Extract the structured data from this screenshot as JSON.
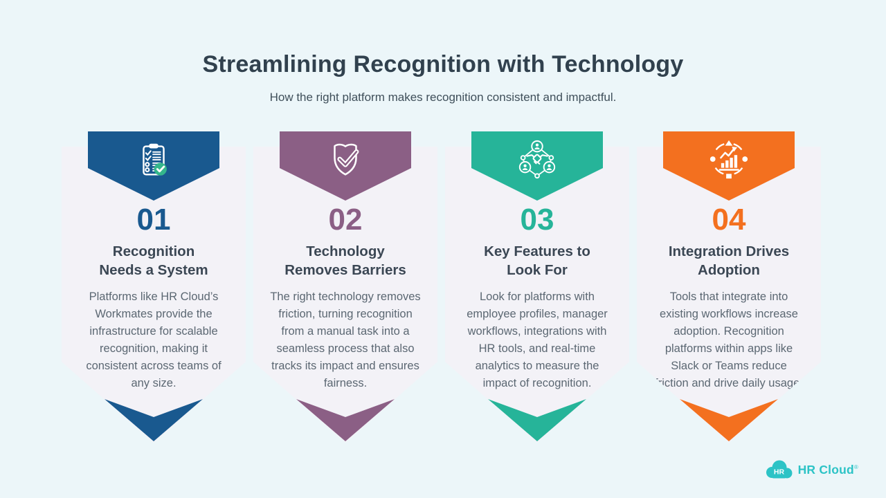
{
  "page": {
    "title": "Streamlining Recognition with Technology",
    "subtitle": "How the right platform makes recognition consistent and impactful.",
    "background_color": "#ecf6f9",
    "card_background_color": "#f3f2f7",
    "title_color": "#31414e",
    "body_text_color": "#5b6772"
  },
  "cards": [
    {
      "number": "01",
      "accent": "#19598f",
      "icon": "clipboard-checklist-icon",
      "badge_color": "#35b68b",
      "title": "Recognition\nNeeds a System",
      "body": "Platforms like HR Cloud’s Workmates provide the infrastructure for scalable recognition, making it consistent across teams of any size."
    },
    {
      "number": "02",
      "accent": "#8b5f85",
      "icon": "shield-check-icon",
      "title": "Technology\nRemoves Barriers",
      "body": "The right technology removes friction, turning recognition from a manual task into a seamless process that also tracks its impact and ensures fairness."
    },
    {
      "number": "03",
      "accent": "#26b499",
      "icon": "team-network-handshake-icon",
      "title": "Key Features to\nLook For",
      "body": "Look for platforms with employee profiles, manager workflows, integrations with HR tools, and real-time analytics to measure the impact of recognition."
    },
    {
      "number": "04",
      "accent": "#f3701f",
      "icon": "growth-chart-icon",
      "title": "Integration Drives\nAdoption",
      "body": "Tools that integrate into existing workflows increase adoption. Recognition platforms within apps like Slack or Teams reduce friction and drive daily usage."
    }
  ],
  "logo": {
    "cloud_text": "HR",
    "brand": "HR Cloud",
    "trademark": "®",
    "color": "#2cc3c6"
  }
}
